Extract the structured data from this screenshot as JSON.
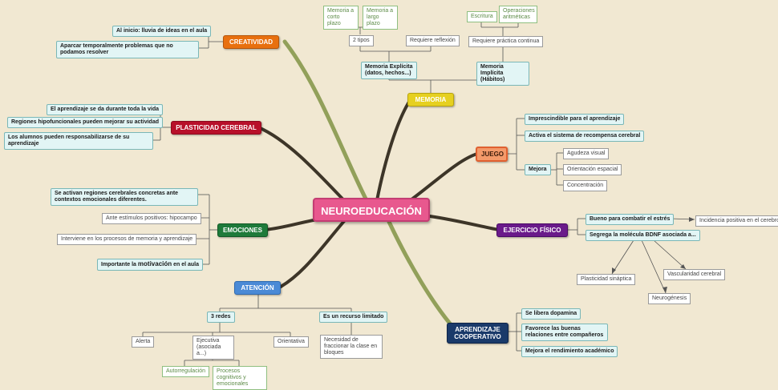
{
  "title": "NEUROEDUCACIÓN",
  "colors": {
    "background": "#f1e8d2",
    "center": "#e8588e",
    "creatividad": "#e8700f",
    "plasticidad": "#b8102a",
    "emociones": "#1e7a3a",
    "atencion": "#4a8ad6",
    "memoria": "#e6d020",
    "juego": "#f49a6a",
    "ejercicio": "#6a1a8a",
    "aprendizaje": "#1a3a6a"
  },
  "branches": {
    "creatividad": {
      "label": "CREATIVIDAD",
      "items": [
        "Al inicio: lluvia de ideas en el aula",
        "Aparcar temporalmente problemas que no podamos resolver"
      ]
    },
    "plasticidad": {
      "label": "PLASTICIDAD CEREBRAL",
      "items": [
        "El aprendizaje se da durante toda la vida",
        "Regiones hipofuncionales pueden mejorar su actividad",
        "Los alumnos pueden responsabilizarse de su aprendizaje"
      ]
    },
    "emociones": {
      "label": "EMOCIONES",
      "items": [
        "Se activan regiones cerebrales concretas ante contextos emocionales diferentes.",
        "Ante estímulos positivos: hipocampo",
        "Interviene en los procesos de memoria y aprendizaje",
        "Importante la",
        "motivación",
        "en el aula"
      ]
    },
    "atencion": {
      "label": "ATENCIÓN",
      "redes": "3 redes",
      "redes_items": [
        "Alerta",
        "Ejecutiva (asociada a...)",
        "Orientativa"
      ],
      "ejecutiva_items": [
        "Autorregulación",
        "Procesos cognitivos y emocionales"
      ],
      "limitado": "Es un recurso limitado",
      "limitado_item": "Necesidad de fraccionar la clase en bloques"
    },
    "memoria": {
      "label": "MEMORIA",
      "explicita": "Memoria Explícita (datos, hechos...)",
      "explicita_items": [
        "2 tipos",
        "Requiere reflexión"
      ],
      "tipos": [
        "Memoria a corto plazo",
        "Memoria a largo plazo"
      ],
      "implicita": "Memoria Implícita (Hábitos)",
      "implicita_item": "Requiere práctica continua",
      "practica_items": [
        "Escritura",
        "Operaciones aritméticas"
      ]
    },
    "juego": {
      "label": "JUEGO",
      "items": [
        "Imprescindible para el aprendizaje",
        "Activa el sistema de recompensa cerebral",
        "Mejora"
      ],
      "mejora_items": [
        "Agudeza visual",
        "Orientación espacial",
        "Concentración"
      ]
    },
    "ejercicio": {
      "label": "EJERCICIO FÍSICO",
      "items": [
        "Bueno para combatir el estrés",
        "Segrega la molécula BDNF asociada a..."
      ],
      "estres_item": "Incidencia positiva en el cerebro",
      "bdnf_items": [
        "Plasticidad sináptica",
        "Neurogénesis",
        "Vascularidad cerebral"
      ]
    },
    "aprendizaje": {
      "label": "APRENDIZAJE COOPERATIVO",
      "items": [
        "Se libera dopamina",
        "Favorece las buenas relaciones entre compañeros",
        "Mejora el rendimiento académico"
      ]
    }
  }
}
